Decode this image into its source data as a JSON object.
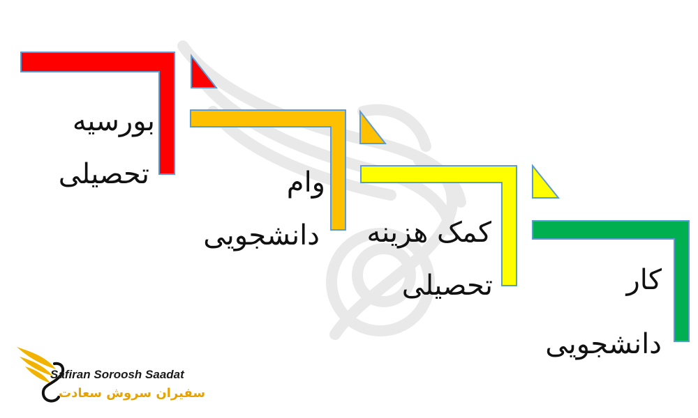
{
  "steps": [
    {
      "line1": "بورسیه",
      "line2": "تحصیلی",
      "color": "#ff0000"
    },
    {
      "line1": "وام",
      "line2": "دانشجویی",
      "color": "#ffc000"
    },
    {
      "line1": "کمک هزینه",
      "line2": "تحصیلی",
      "color": "#ffff00"
    },
    {
      "line1": "کار",
      "line2": "دانشجویی",
      "color": "#00b050"
    }
  ],
  "colors": {
    "outline": "#5b9bd5",
    "watermark": "#ededed",
    "logo_wing": "#f2b300"
  },
  "logo": {
    "name_en": "Safiran Soroosh Saadat",
    "name_fa": "سفیران سروش سعادت"
  }
}
